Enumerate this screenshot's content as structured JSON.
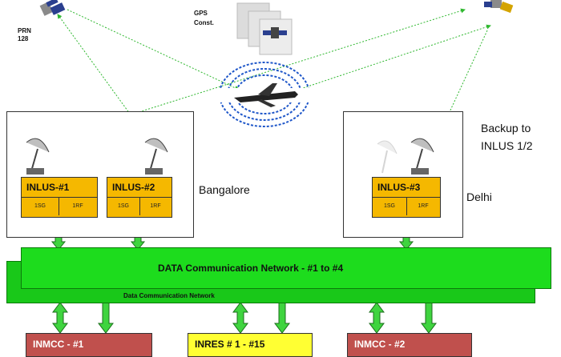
{
  "satellite_labels": {
    "prn": "PRN",
    "prn_number": "128",
    "gps_line1": "GPS",
    "gps_line2": "Const."
  },
  "sites": {
    "bangalore": {
      "label": "Bangalore",
      "units": [
        {
          "name": "INLUS-#1",
          "cells": [
            "1SG",
            "1RF"
          ]
        },
        {
          "name": "INLUS-#2",
          "cells": [
            "1SG",
            "1RF"
          ]
        }
      ]
    },
    "delhi": {
      "label": "Delhi",
      "units": [
        {
          "name": "INLUS-#3",
          "cells": [
            "1SG",
            "1RF"
          ]
        }
      ]
    }
  },
  "backup": {
    "line1": "Backup to",
    "line2": "INLUS 1/2"
  },
  "network": {
    "main_label": "DATA Communication  Network - #1 to #4",
    "secondary_label": "Data Communication Network"
  },
  "bottom": [
    {
      "name": "INMCC - #1",
      "color": "#c0504d"
    },
    {
      "name": "INRES # 1 - #15",
      "color": "#ffff33"
    },
    {
      "name": "INMCC - #2",
      "color": "#c0504d"
    }
  ],
  "colors": {
    "unit": "#f5b800",
    "network": "#1ddc1d",
    "link": "#2fb82f",
    "signal": "#1f57c9"
  }
}
